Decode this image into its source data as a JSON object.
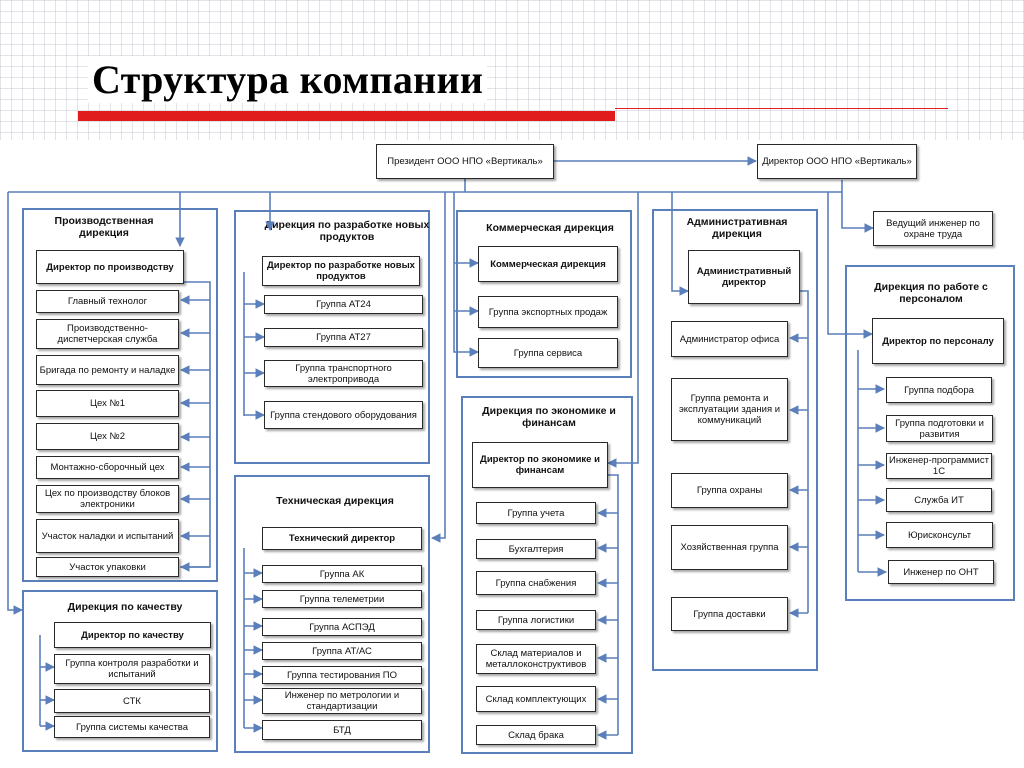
{
  "title": "Структура компании",
  "top": {
    "president": "Президент ООО НПО «Вертикаль»",
    "director": "Директор ООО НПО «Вертикаль»",
    "safety_engineer": "Ведущий инженер по охране труда"
  },
  "production": {
    "title": "Производственная дирекция",
    "head": "Директор по производству",
    "items": [
      "Главный технолог",
      "Производственно-диспетчерская служба",
      "Бригада по ремонту и наладке",
      "Цех №1",
      "Цех №2",
      "Монтажно-сборочный цех",
      "Цех по производству блоков электроники",
      "Участок наладки и испытаний",
      "Участок упаковки"
    ]
  },
  "quality": {
    "title": "Дирекция по качеству",
    "head": "Директор по качеству",
    "items": [
      "Группа контроля разработки и испытаний",
      "СТК",
      "Группа системы качества"
    ]
  },
  "development": {
    "title": "Дирекция по разработке новых продуктов",
    "head": "Директор по разработке новых продуктов",
    "items": [
      "Группа АТ24",
      "Группа АТ27",
      "Группа транспортного электропривода",
      "Группа стендового оборудования"
    ]
  },
  "technical": {
    "title": "Техническая дирекция",
    "head": "Технический директор",
    "items": [
      "Группа АК",
      "Группа телеметрии",
      "Группа АСПЭД",
      "Группа АТ/АС",
      "Группа тестирования ПО",
      "Инженер по метрологии и стандартизации",
      "БТД"
    ]
  },
  "commercial": {
    "title": "Коммерческая дирекция",
    "head": "Коммерческая дирекция",
    "items": [
      "Группа экспортных продаж",
      "Группа сервиса"
    ]
  },
  "finance": {
    "title": "Дирекция по экономике и финансам",
    "head": "Директор по экономике и финансам",
    "items": [
      "Группа учета",
      "Бухгалтерия",
      "Группа снабжения",
      "Группа логистики",
      "Склад материалов и металлоконструктивов",
      "Склад комплектующих",
      "Склад брака"
    ]
  },
  "admin": {
    "title": "Административная дирекция",
    "head": "Административный директор",
    "items": [
      "Администратор офиса",
      "Группа ремонта и эксплуатации здания и коммуникаций",
      "Группа охраны",
      "Хозяйственная группа",
      "Группа доставки"
    ]
  },
  "personnel": {
    "title": "Дирекция по работе с персоналом",
    "head": "Директор по персоналу",
    "items": [
      "Группа подбора",
      "Группа подготовки и развития",
      "Инженер-программист 1С",
      "Служба ИТ",
      "Юрисконсульт",
      "Инженер по ОНТ"
    ]
  },
  "colors": {
    "container_border": "#5b7fba",
    "connector": "#5b7fba",
    "title_bar": "#e01c1c"
  }
}
